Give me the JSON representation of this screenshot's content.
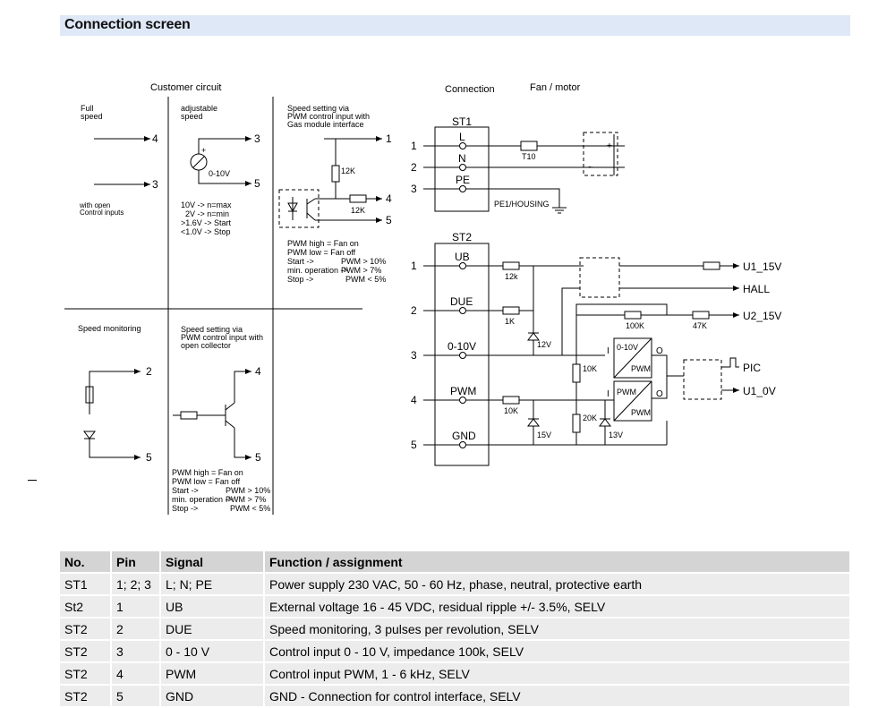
{
  "header": {
    "title": "Connection screen"
  },
  "customer_circuit": {
    "heading": "Customer circuit",
    "full_speed": {
      "label_line1": "Full",
      "label_line2": "speed",
      "pin_a": "4",
      "pin_b": "3",
      "note_line1": "with open",
      "note_line2": "Control inputs"
    },
    "adjustable": {
      "label_line1": "adjustable",
      "label_line2": "speed",
      "source_label": "0-10V",
      "pin_a": "3",
      "pin_b": "5",
      "notes": [
        "10V -> n=max",
        "2V -> n=min",
        ">1.6V -> Start",
        "<1.0V -> Stop"
      ]
    },
    "gas_module": {
      "label_line1": "Speed setting via",
      "label_line2": "PWM control input with",
      "label_line3": "Gas module interface",
      "r1": "12K",
      "r2": "12K",
      "pin_1": "1",
      "pin_4": "4",
      "pin_5": "5",
      "notes": [
        {
          "left": "PWM high = Fan on",
          "right": ""
        },
        {
          "left": "PWM low   = Fan off",
          "right": ""
        },
        {
          "left": "Start ->",
          "right": "PWM > 10%"
        },
        {
          "left": "min. operation ->",
          "right": "PWM > 7%"
        },
        {
          "left": "Stop ->",
          "right": "PWM < 5%"
        }
      ]
    },
    "speed_monitoring": {
      "label": "Speed monitoring",
      "pin_a": "2",
      "pin_b": "5"
    },
    "open_collector": {
      "label_line1": "Speed setting via",
      "label_line2": "PWM control input with",
      "label_line3": "open collector",
      "pin_a": "4",
      "pin_b": "5",
      "notes": [
        {
          "left": "PWM high = Fan on",
          "right": ""
        },
        {
          "left": "PWM low   = Fan off",
          "right": ""
        },
        {
          "left": "Start ->",
          "right": "PWM > 10%"
        },
        {
          "left": "min. operation ->",
          "right": "PWM > 7%"
        },
        {
          "left": "Stop ->",
          "right": "PWM < 5%"
        }
      ]
    }
  },
  "connection": {
    "heading": "Connection",
    "fan_motor": "Fan / motor",
    "st1": {
      "name": "ST1",
      "pins": [
        "1",
        "2",
        "3"
      ],
      "signals": [
        "L",
        "N",
        "PE"
      ],
      "fuse": "T10",
      "housing": "PE1/HOUSING"
    },
    "st2": {
      "name": "ST2",
      "pins": [
        "1",
        "2",
        "3",
        "4",
        "5"
      ],
      "signals": [
        "UB",
        "DUE",
        "0-10V",
        "PWM",
        "GND"
      ]
    },
    "components": {
      "r_ub": "12k",
      "r_due": "1K",
      "z_due": "12V",
      "r_pwm": "10K",
      "z_pwm": "15V",
      "r_100k": "100K",
      "r_47k": "47K",
      "r_10k_v": "10K",
      "r_20k_v": "20K",
      "z_13v": "13V",
      "conv1_in": "0-10V",
      "conv1_out": "PWM",
      "conv2_in": "PWM",
      "conv2_out": "PWM",
      "conv_i": "I",
      "conv_o": "O"
    },
    "outputs": [
      "U1_15V",
      "HALL",
      "U2_15V",
      "PIC",
      "U1_0V"
    ]
  },
  "table": {
    "headers": [
      "No.",
      "Pin",
      "Signal",
      "Function / assignment"
    ],
    "rows": [
      [
        "ST1",
        "1; 2; 3",
        "L; N; PE",
        "Power supply 230 VAC, 50 - 60 Hz, phase, neutral, protective earth"
      ],
      [
        "St2",
        "1",
        "UB",
        "External voltage 16 - 45 VDC, residual ripple +/- 3.5%, SELV"
      ],
      [
        "ST2",
        "2",
        "DUE",
        "Speed monitoring, 3 pulses per revolution, SELV"
      ],
      [
        "ST2",
        "3",
        "0 - 10 V",
        "Control input 0 - 10 V, impedance 100k, SELV"
      ],
      [
        "ST2",
        "4",
        "PWM",
        "Control input PWM, 1 - 6 kHz, SELV"
      ],
      [
        "ST2",
        "5",
        "GND",
        "GND - Connection for control interface, SELV"
      ]
    ]
  }
}
